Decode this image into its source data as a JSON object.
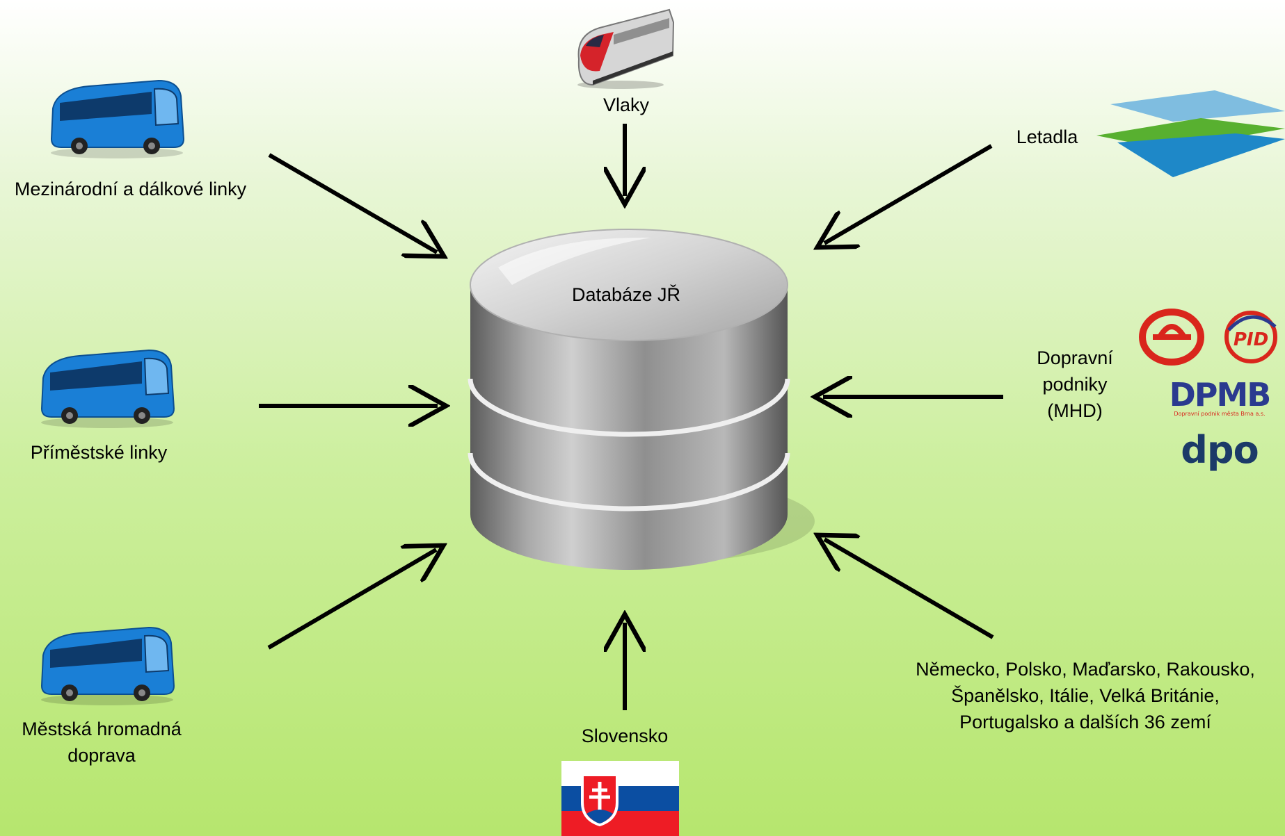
{
  "center": {
    "label": "Databáze JŘ"
  },
  "sources": {
    "international": "Mezinárodní a dálkové linky",
    "suburban": "Příměstské linky",
    "city_transit": "Městská hromadná\ndoprava",
    "trains": "Vlaky",
    "planes": "Letadla",
    "operators": "Dopravní\npodniky\n(MHD)",
    "slovakia": "Slovensko",
    "countries": "Německo, Polsko, Maďarsko, Rakousko,\nŠpanělsko, Itálie, Velká Británie,\nPortugalsko a dalších 36 zemí"
  },
  "logos": {
    "pid": "PID",
    "dpmb": "DPMB",
    "dpmb_sub": "Dopravní podnik města Brna a.s.",
    "dpo": "dpo"
  },
  "colors": {
    "arrow": "#000000",
    "bus": "#1a7fd6",
    "db": "#9a9a9a",
    "dpp_red": "#d9261c",
    "dpmb_blue": "#2a3a8f",
    "dpo_blue": "#1ea3dc"
  },
  "icons": [
    "bus-icon",
    "train-icon",
    "plane-logo",
    "database-icon",
    "slovak-flag"
  ]
}
